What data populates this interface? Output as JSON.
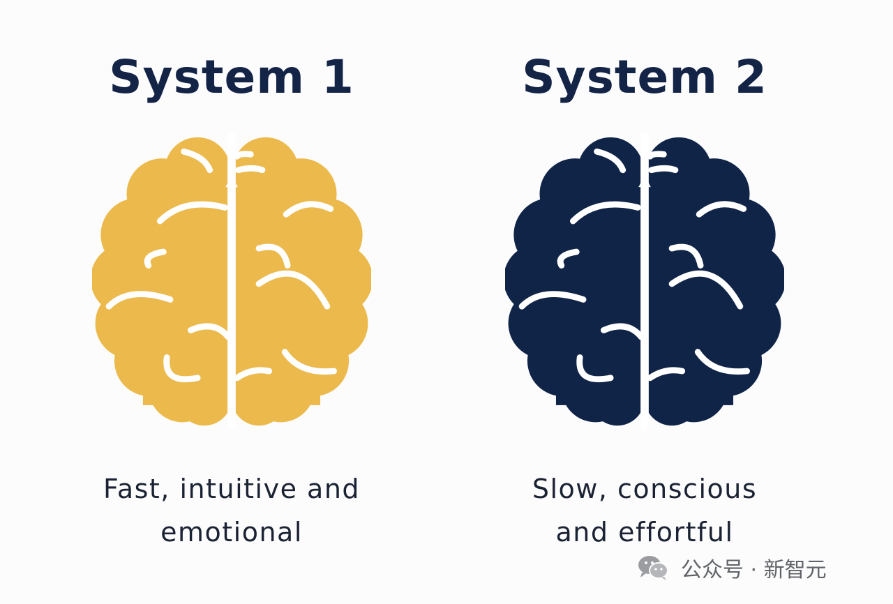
{
  "panels": [
    {
      "title": "System 1",
      "caption_lines": [
        "Fast, intuitive and",
        "emotional"
      ],
      "brain_color": "#ecba4c"
    },
    {
      "title": "System 2",
      "caption_lines": [
        "Slow, conscious",
        "and effortful"
      ],
      "brain_color": "#102448"
    }
  ],
  "watermark": {
    "text": "公众号 · 新智元",
    "icon": "wechat-icon"
  },
  "colors": {
    "background": "#fcfcfd",
    "title": "#142446",
    "caption": "#1b2233",
    "watermark": "#5f6266"
  }
}
